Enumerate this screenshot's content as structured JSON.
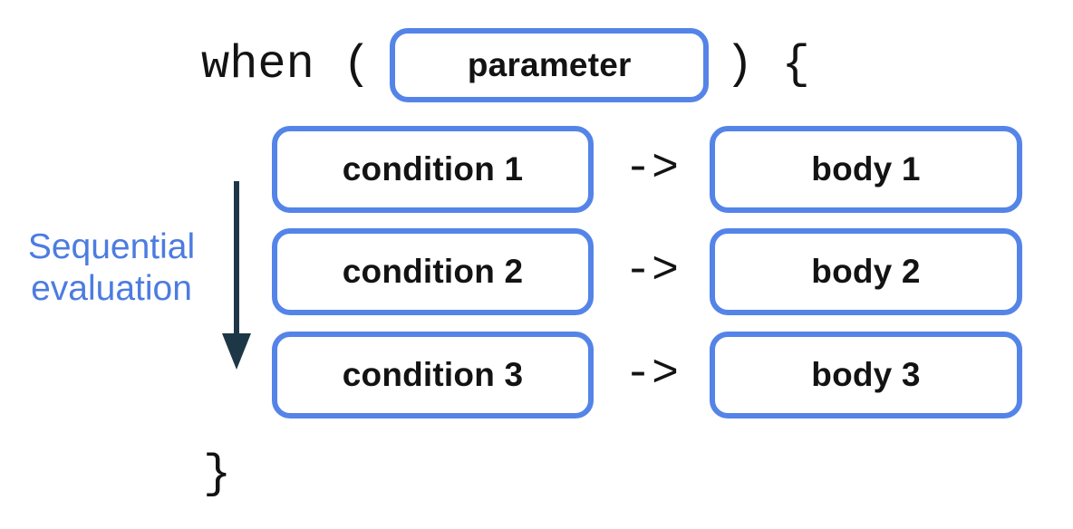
{
  "code": {
    "when_open": "when (",
    "close_paren_brace": ") {",
    "closing_brace": "}",
    "arrow_operator": "->",
    "parameter_label": "parameter"
  },
  "rows": [
    {
      "condition": "condition 1",
      "body": "body 1"
    },
    {
      "condition": "condition 2",
      "body": "body 2"
    },
    {
      "condition": "condition 3",
      "body": "body 3"
    }
  ],
  "side_label": {
    "line1": "Sequential",
    "line2": "evaluation"
  },
  "colors": {
    "box_border": "#5484E8",
    "label_blue": "#4C7CE0",
    "arrow_dark": "#1E3747",
    "text_black": "#131313"
  }
}
